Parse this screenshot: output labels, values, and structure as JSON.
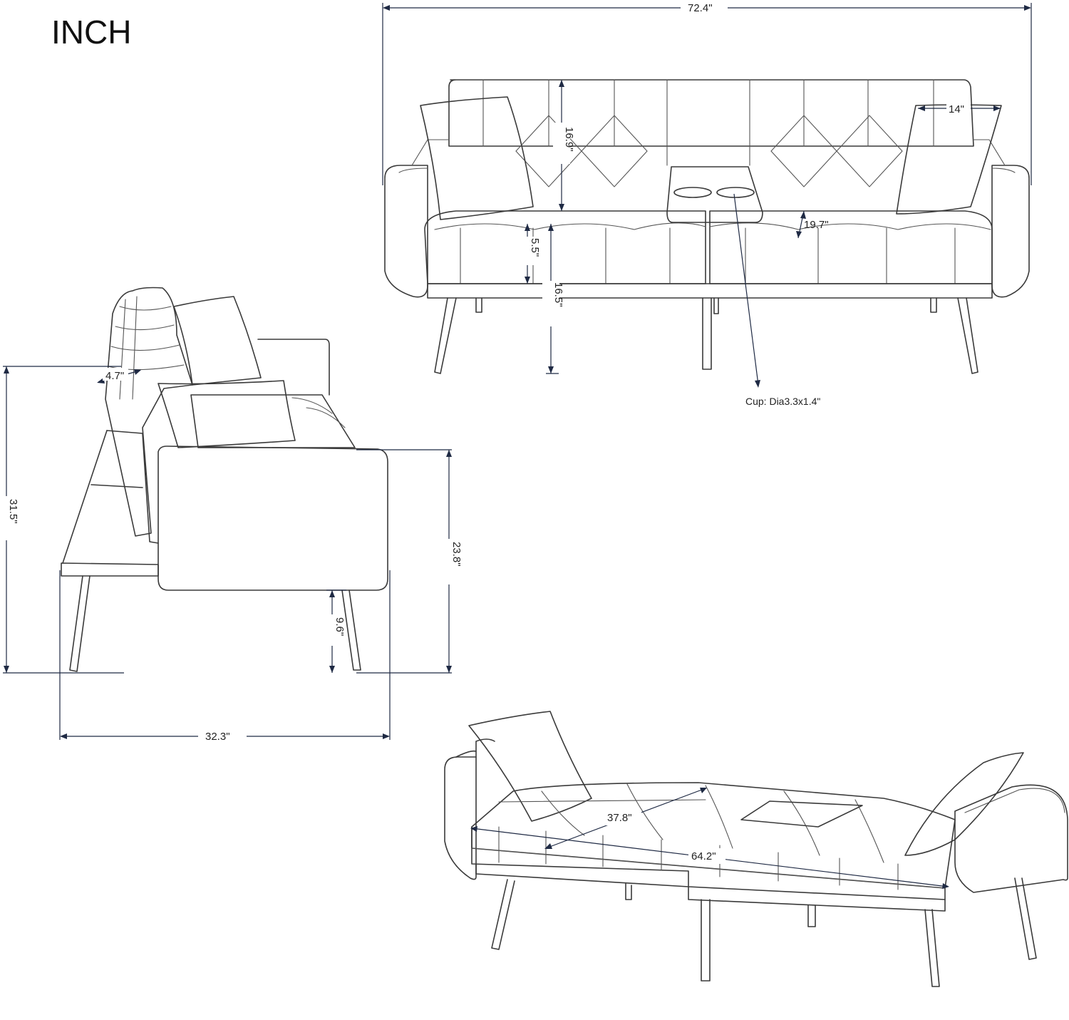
{
  "unit_label": "INCH",
  "front_view": {
    "overall_width": "72.4\"",
    "back_height": "16.9\"",
    "pillow_width": "14\"",
    "seat_depth_front": "19.7\"",
    "cushion_thickness": "5.5\"",
    "seat_height": "16.5\"",
    "cup_holder": "Cup: Dia3.3x1.4\""
  },
  "side_view": {
    "armrest_width": "4.7\"",
    "overall_height": "31.5\"",
    "arm_height": "23.8\"",
    "leg_height": "9.6\"",
    "overall_depth": "32.3\""
  },
  "bed_view": {
    "bed_width": "37.8\"",
    "bed_length": "64.2\""
  }
}
